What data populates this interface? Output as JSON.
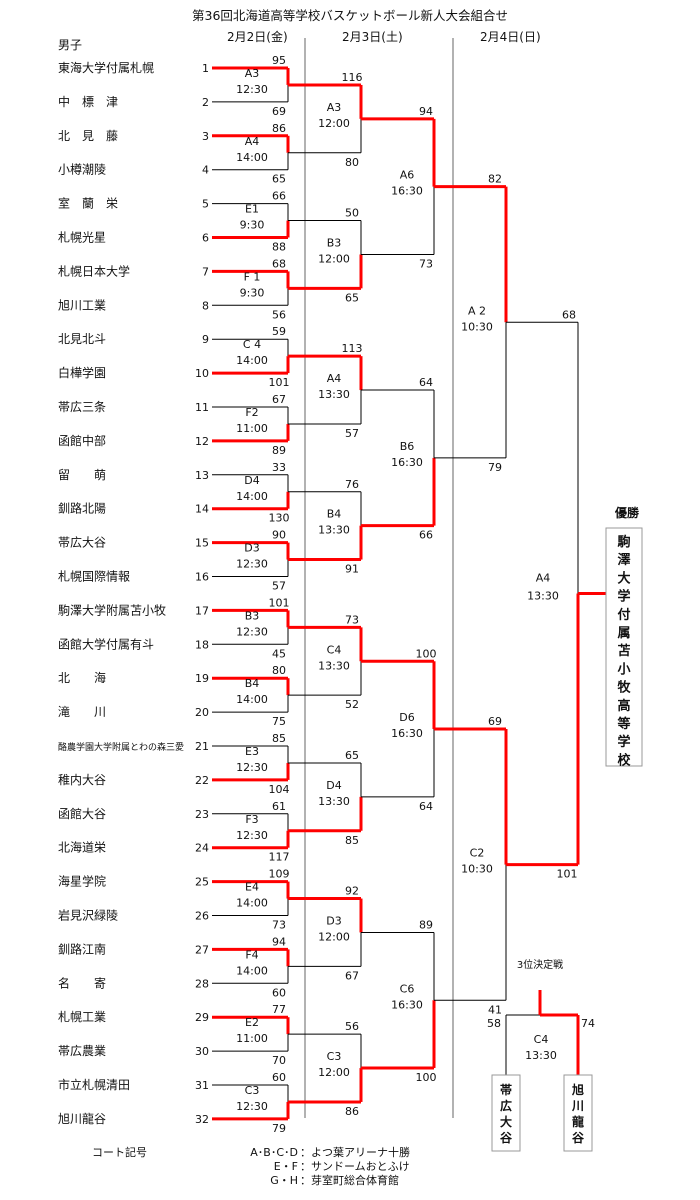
{
  "title": "第36回北海道高等学校バスケットボール新人大会組合せ",
  "division": "男子",
  "days": [
    "2月2日(金)",
    "2月3日(土)",
    "2月4日(日)"
  ],
  "teams": [
    {
      "seed": "1",
      "name": "東海大学付属札幌"
    },
    {
      "seed": "2",
      "name": "中　標　津"
    },
    {
      "seed": "3",
      "name": "北　見　藤"
    },
    {
      "seed": "4",
      "name": "小樽潮陵"
    },
    {
      "seed": "5",
      "name": "室　蘭　栄"
    },
    {
      "seed": "6",
      "name": "札幌光星"
    },
    {
      "seed": "7",
      "name": "札幌日本大学"
    },
    {
      "seed": "8",
      "name": "旭川工業"
    },
    {
      "seed": "9",
      "name": "北見北斗"
    },
    {
      "seed": "10",
      "name": "白樺学園"
    },
    {
      "seed": "11",
      "name": "帯広三条"
    },
    {
      "seed": "12",
      "name": "函館中部"
    },
    {
      "seed": "13",
      "name": "留　　萌"
    },
    {
      "seed": "14",
      "name": "釧路北陽"
    },
    {
      "seed": "15",
      "name": "帯広大谷"
    },
    {
      "seed": "16",
      "name": "札幌国際情報"
    },
    {
      "seed": "17",
      "name": "駒澤大学附属苫小牧"
    },
    {
      "seed": "18",
      "name": "函館大学付属有斗"
    },
    {
      "seed": "19",
      "name": "北　　海"
    },
    {
      "seed": "20",
      "name": "滝　　川"
    },
    {
      "seed": "21",
      "name": "酪農学園大学附属とわの森三愛"
    },
    {
      "seed": "22",
      "name": "稚内大谷"
    },
    {
      "seed": "23",
      "name": "函館大谷"
    },
    {
      "seed": "24",
      "name": "北海道栄"
    },
    {
      "seed": "25",
      "name": "海星学院"
    },
    {
      "seed": "26",
      "name": "岩見沢緑陵"
    },
    {
      "seed": "27",
      "name": "釧路江南"
    },
    {
      "seed": "28",
      "name": "名　　寄"
    },
    {
      "seed": "29",
      "name": "札幌工業"
    },
    {
      "seed": "30",
      "name": "帯広農業"
    },
    {
      "seed": "31",
      "name": "市立札幌清田"
    },
    {
      "seed": "32",
      "name": "旭川龍谷"
    }
  ],
  "round1": [
    {
      "court": "A3",
      "time": "12:30",
      "top": "95",
      "bottom": "69",
      "winner": "top"
    },
    {
      "court": "A4",
      "time": "14:00",
      "top": "86",
      "bottom": "65",
      "winner": "top"
    },
    {
      "court": "E1",
      "time": "9:30",
      "top": "66",
      "bottom": "88",
      "winner": "bottom"
    },
    {
      "court": "F 1",
      "time": "9:30",
      "top": "68",
      "bottom": "56",
      "winner": "top"
    },
    {
      "court": "C 4",
      "time": "14:00",
      "top": "59",
      "bottom": "101",
      "winner": "bottom"
    },
    {
      "court": "F2",
      "time": "11:00",
      "top": "67",
      "bottom": "89",
      "winner": "bottom"
    },
    {
      "court": "D4",
      "time": "14:00",
      "top": "33",
      "bottom": "130",
      "winner": "bottom"
    },
    {
      "court": "D3",
      "time": "12:30",
      "top": "90",
      "bottom": "57",
      "winner": "top"
    },
    {
      "court": "B3",
      "time": "12:30",
      "top": "101",
      "bottom": "45",
      "winner": "top"
    },
    {
      "court": "B4",
      "time": "14:00",
      "top": "80",
      "bottom": "75",
      "winner": "top"
    },
    {
      "court": "E3",
      "time": "12:30",
      "top": "85",
      "bottom": "104",
      "winner": "bottom"
    },
    {
      "court": "F3",
      "time": "12:30",
      "top": "61",
      "bottom": "117",
      "winner": "bottom"
    },
    {
      "court": "E4",
      "time": "14:00",
      "top": "109",
      "bottom": "73",
      "winner": "top"
    },
    {
      "court": "F4",
      "time": "14:00",
      "top": "94",
      "bottom": "60",
      "winner": "top"
    },
    {
      "court": "E2",
      "time": "11:00",
      "top": "77",
      "bottom": "70",
      "winner": "top"
    },
    {
      "court": "C3",
      "time": "12:30",
      "top": "60",
      "bottom": "79",
      "winner": "bottom"
    }
  ],
  "round2": [
    {
      "court": "A3",
      "time": "12:00",
      "top": "116",
      "bottom": "80",
      "winner": "top"
    },
    {
      "court": "B3",
      "time": "12:00",
      "top": "50",
      "bottom": "65",
      "winner": "bottom"
    },
    {
      "court": "A4",
      "time": "13:30",
      "top": "113",
      "bottom": "57",
      "winner": "top"
    },
    {
      "court": "B4",
      "time": "13:30",
      "top": "76",
      "bottom": "91",
      "winner": "bottom"
    },
    {
      "court": "C4",
      "time": "13:30",
      "top": "73",
      "bottom": "52",
      "winner": "top"
    },
    {
      "court": "D4",
      "time": "13:30",
      "top": "65",
      "bottom": "85",
      "winner": "bottom"
    },
    {
      "court": "D3",
      "time": "12:00",
      "top": "92",
      "bottom": "67",
      "winner": "top"
    },
    {
      "court": "C3",
      "time": "12:00",
      "top": "56",
      "bottom": "86",
      "winner": "bottom"
    }
  ],
  "round3": [
    {
      "court": "A6",
      "time": "16:30",
      "top": "94",
      "bottom": "73",
      "winner": "top"
    },
    {
      "court": "B6",
      "time": "16:30",
      "top": "64",
      "bottom": "66",
      "winner": "bottom"
    },
    {
      "court": "D6",
      "time": "16:30",
      "top": "100",
      "bottom": "64",
      "winner": "top"
    },
    {
      "court": "C6",
      "time": "16:30",
      "top": "89",
      "bottom": "100",
      "winner": "bottom"
    }
  ],
  "semis": [
    {
      "court": "A 2",
      "time": "10:30",
      "top": "82",
      "bottom": "79",
      "winner": "top"
    },
    {
      "court": "C2",
      "time": "10:30",
      "top": "69",
      "bottom": "41",
      "winner": "top"
    }
  ],
  "final": {
    "court": "A4",
    "time": "13:30",
    "top": "68",
    "bottom": "101",
    "winner": "bottom"
  },
  "champion": {
    "label": "優勝",
    "name": "駒澤大学付属苫小牧高等学校"
  },
  "third_place": {
    "label": "3位決定戦",
    "court": "C4",
    "time": "13:30",
    "left_score": "58",
    "right_score": "74",
    "left_team": "帯広大谷",
    "right_team": "旭川龍谷",
    "winner": "right"
  },
  "legend": {
    "title": "コート記号",
    "rows": [
      {
        "code": "A･B･C･D",
        "venue": "：よつ葉アリーナ十勝"
      },
      {
        "code": "E・F",
        "venue": "：サンドームおとふけ"
      },
      {
        "code": "G・H",
        "venue": "：芽室町総合体育館"
      }
    ]
  },
  "colors": {
    "win": "#ff0000",
    "line": "#000000",
    "divider": "#666666",
    "box_border": "#999999"
  }
}
